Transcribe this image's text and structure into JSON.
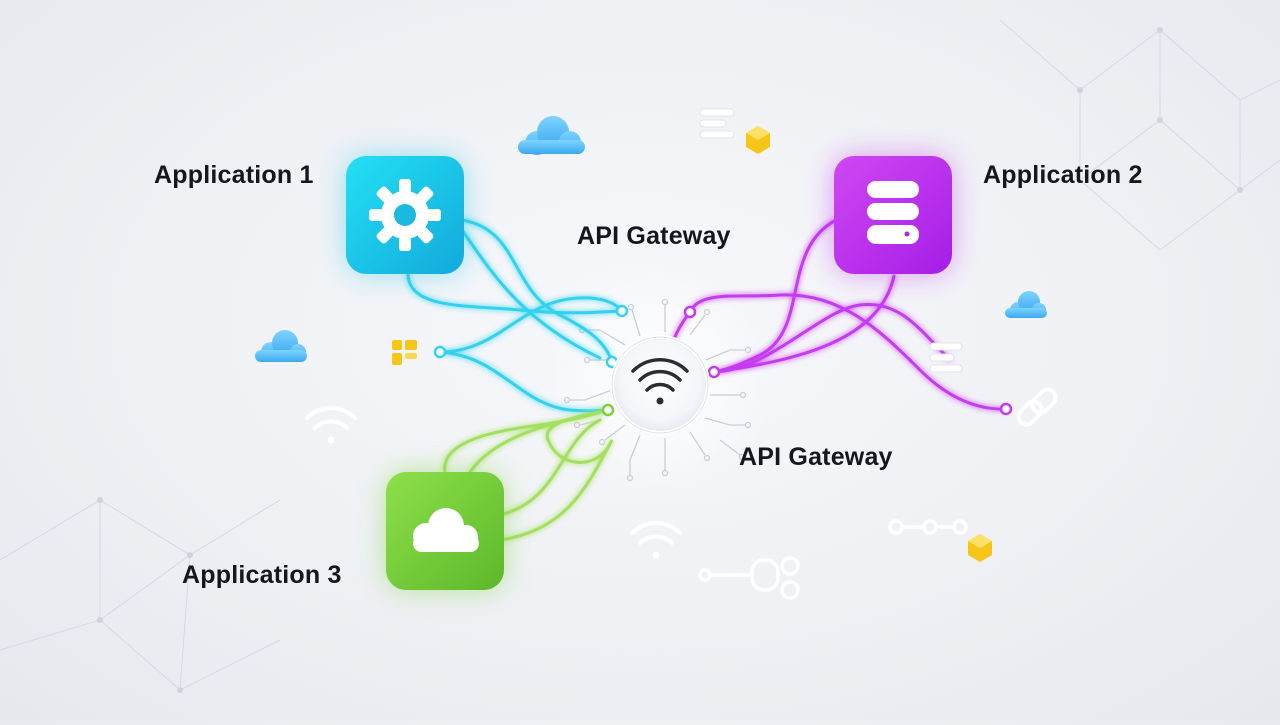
{
  "diagram": {
    "applications": [
      {
        "label": "Application 1",
        "icon": "gear-icon",
        "color": "#22c6e8"
      },
      {
        "label": "Application 2",
        "icon": "database-icon",
        "color": "#c02bec"
      },
      {
        "label": "Application 3",
        "icon": "cloud-icon",
        "color": "#7ed23c"
      }
    ],
    "gateway": {
      "label_top": "API Gateway",
      "label_bottom": "API Gateway",
      "icon": "wifi-icon"
    },
    "colors": {
      "cyan": "#2fd3f0",
      "purple": "#c43af0",
      "green": "#9be25a",
      "accent_yellow": "#f5c518"
    }
  }
}
